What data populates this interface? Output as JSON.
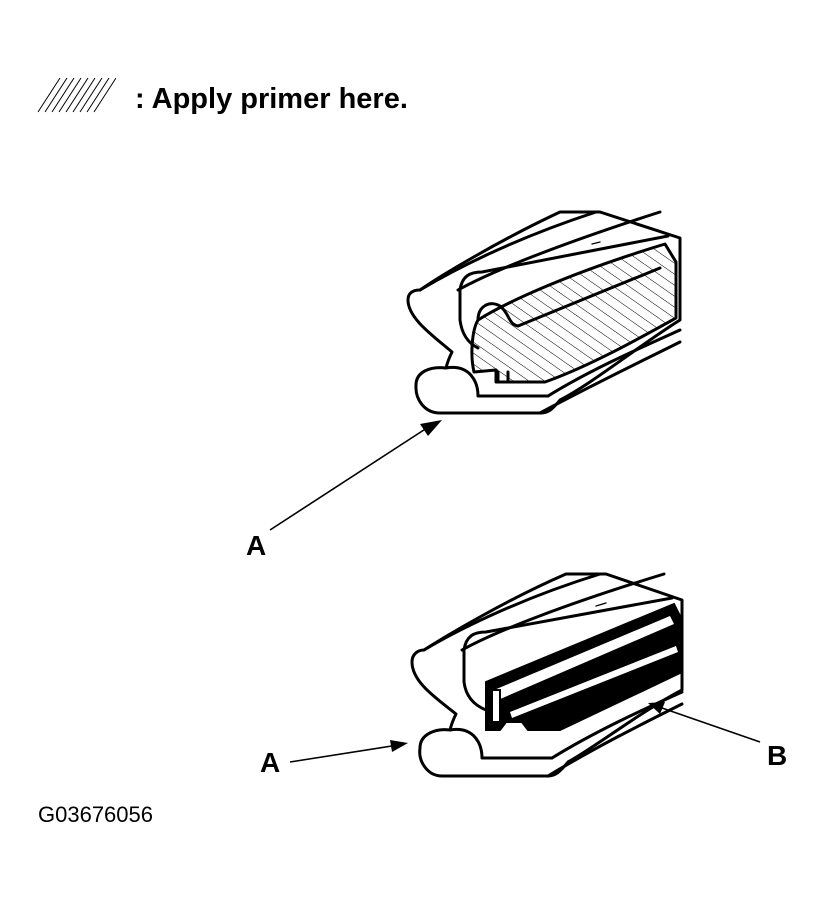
{
  "legend": {
    "pattern_icon": "diagonal-hatch-swatch",
    "text": ": Apply primer here."
  },
  "callouts": {
    "upper_a": "A",
    "lower_a": "A",
    "lower_b": "B"
  },
  "figure_id": "G03676056",
  "colors": {
    "ink": "#000000",
    "background": "#ffffff"
  }
}
